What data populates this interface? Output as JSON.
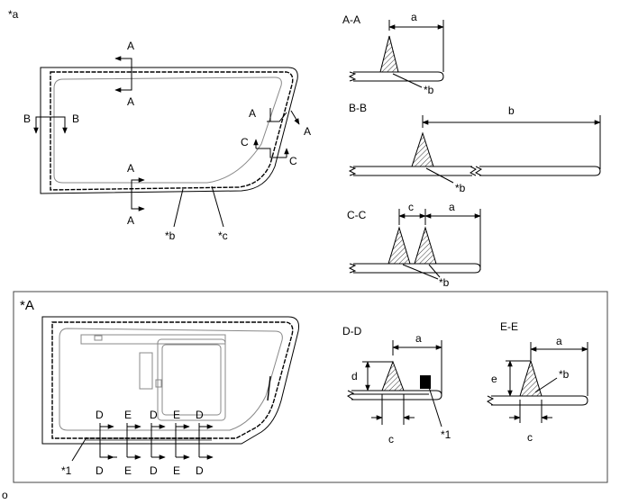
{
  "labels": {
    "main_ref": "*a",
    "sec_A": "A",
    "sec_B": "B",
    "sec_C": "C",
    "sec_D": "D",
    "sec_E": "E",
    "ref_b": "*b",
    "ref_c": "*c",
    "ref_1": "*1",
    "dim_a": "a",
    "dim_b": "b",
    "dim_c": "c",
    "dim_d": "d",
    "dim_e": "e",
    "section_AA": "A-A",
    "section_BB": "B-B",
    "section_CC": "C-C",
    "section_DD": "D-D",
    "section_EE": "E-E",
    "detail_ref": "*A",
    "footer": "o"
  }
}
